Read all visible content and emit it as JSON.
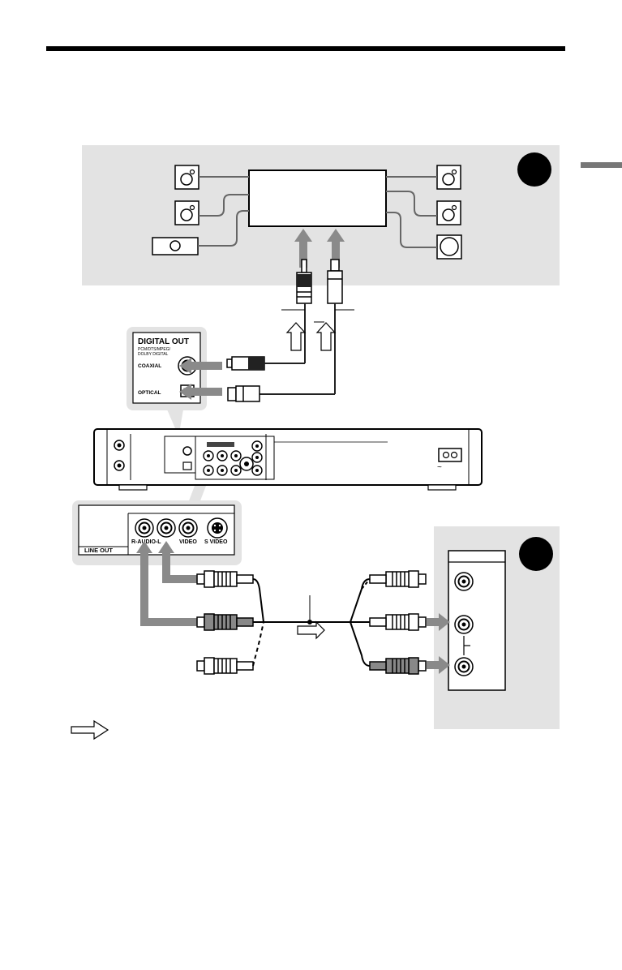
{
  "panel_labels": {
    "digital_out_title": "DIGITAL OUT",
    "digital_out_sub1": "PCM/DTS/MPEG/",
    "digital_out_sub2": "DOLBY DIGITAL",
    "coaxial": "COAXIAL",
    "optical": "OPTICAL",
    "line_out": "LINE OUT",
    "r_audio_l": "R-AUDIO-L",
    "video": "VIDEO",
    "s_video": "S VIDEO"
  },
  "mains_symbol": "~",
  "colors": {
    "panel_bg": "#e3e3e3",
    "arrow_gray": "#8a8a8a",
    "badge": "#000000",
    "line": "#333333"
  }
}
